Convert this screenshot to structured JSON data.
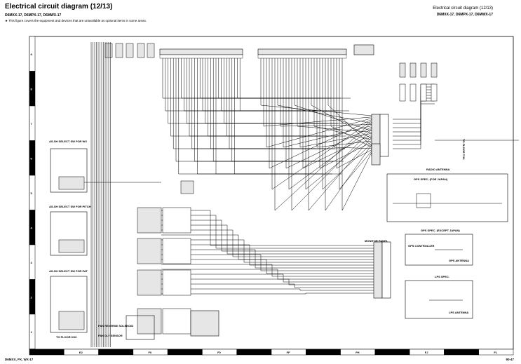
{
  "header": {
    "title": "Electrical circuit diagram (12/13)",
    "models": "D6MXX-17, D6MPX-17, D6MWX-17",
    "note": "★ This figure covers the equipment and devices that are unavailable as optional items in some areas.",
    "right_title": "Electrical circuit diagram (12/13)",
    "right_models": "D6MXX-17, D6MPX-17, D6MWX-17"
  },
  "footer": {
    "left": "D6MXX, PX, WX-17",
    "right": "90-47"
  },
  "grid": {
    "row_labels": [
      "9",
      "8",
      "7",
      "6",
      "5",
      "4",
      "3",
      "2",
      "1"
    ],
    "col_labels": [
      "",
      "E2",
      "",
      "F0",
      "",
      "F0",
      "",
      "FF",
      "",
      "FH",
      "",
      "FJ",
      "",
      "FL"
    ]
  },
  "callouts": {
    "radio_antenna": "RADIO ANTENNA",
    "gps_spec_japan": "GPS SPEC. (FOR JAPAN)",
    "gps_spec_except_japan": "GPS SPEC. (EXCEPT JAPAN)",
    "lps_spec": "LPS SPEC.",
    "monitor_panel": "MONITOR PANEL",
    "gps_controller": "GPS CONTROLLER",
    "gps_antenna": "GPS ANTENNA",
    "lps_antenna": "LPS ANTENNA",
    "to_floor_6": "TO FLOOR 6/10",
    "to_floor_7": "TO FLOOR 7/10",
    "fan_reverse": "FAN REVERSE SOLENOID",
    "fan_dly_sensor": "FAN DLY SENSOR",
    "upper_left_1": "AS-SH SELECT SW FOR WX",
    "upper_left_2": "AS-SH SELECT SW FOR PITCH",
    "upper_left_3": "AS-SH SELECT SW FOR PAT"
  },
  "colors": {
    "line": "#000000",
    "bg": "#ffffff",
    "connector_fill": "#e6e6e6"
  }
}
